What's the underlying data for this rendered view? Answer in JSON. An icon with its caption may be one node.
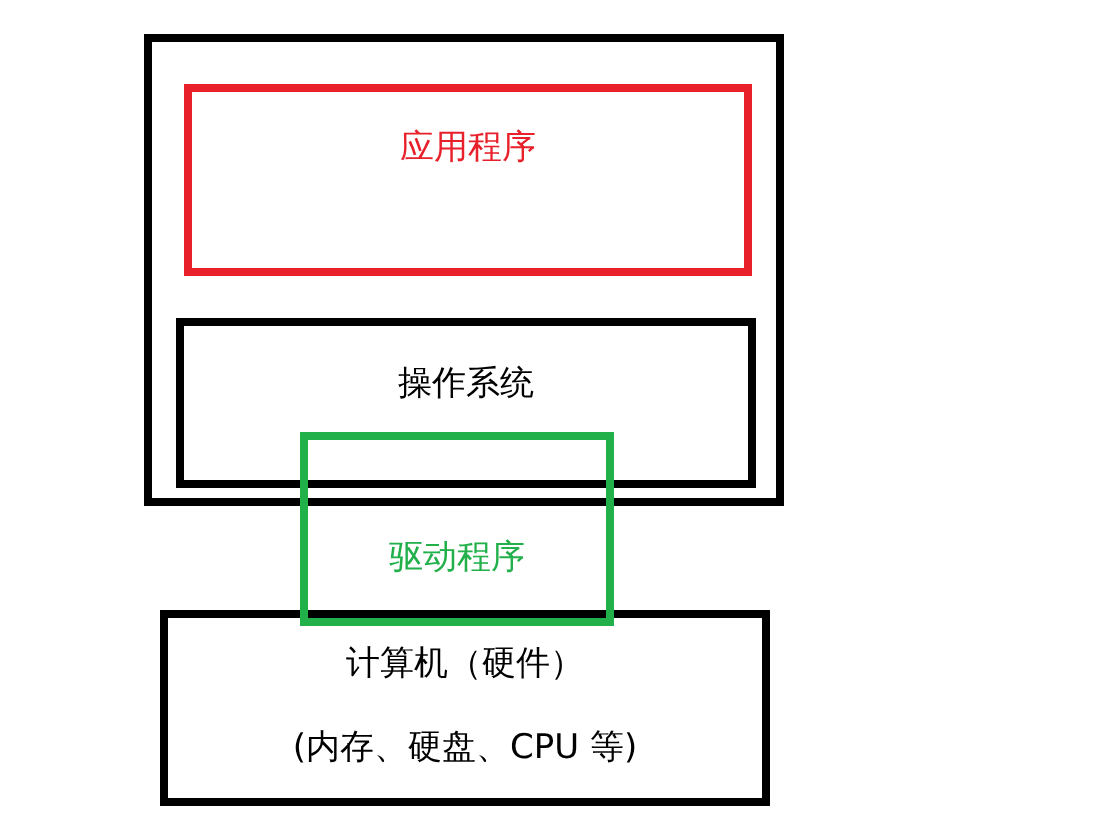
{
  "diagram": {
    "nodes": [
      {
        "text": [],
        "shape": "box"
      },
      {
        "text": [
          "应用程序"
        ],
        "in": 0
      },
      {
        "text": [
          "操作系统"
        ],
        "in": 0
      },
      {
        "text": [
          "驱动程序"
        ]
      },
      {
        "text": [
          "计算机（硬件）",
          "(内存、硬盘、CPU 等)"
        ]
      }
    ]
  }
}
